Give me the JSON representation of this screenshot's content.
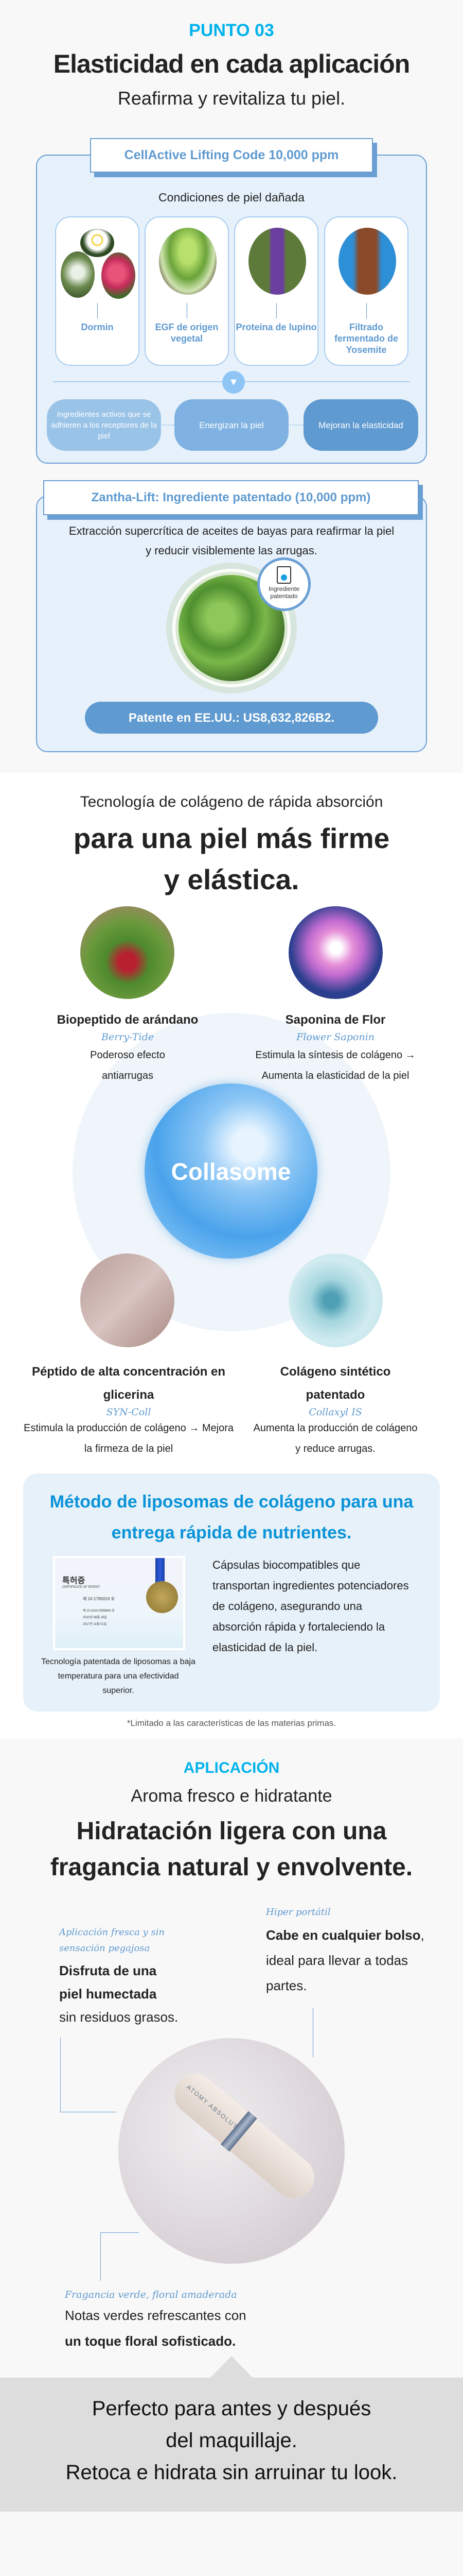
{
  "section1": {
    "eyebrow": "PUNTO 03",
    "title": "Elasticidad en cada aplicación",
    "subtitle": "Reafirma y revitaliza tu piel.",
    "cellactive": {
      "label": "CellActive Lifting Code 10,000 ppm",
      "conditions_title": "Condiciones de piel dañada",
      "ingredients": [
        {
          "name": "Dormin",
          "icon": "flowers-image"
        },
        {
          "name": "EGF de origen vegetal",
          "icon": "sprout-image"
        },
        {
          "name": "Proteína de lupino",
          "icon": "lupine-image"
        },
        {
          "name": "Filtrado fermentado de Yosemite",
          "icon": "sequoia-image"
        }
      ],
      "steps": [
        "Ingredientes activos que se adhieren a los receptores de la piel",
        "Energizan la piel",
        "Mejoran la elasticidad"
      ]
    },
    "zantha": {
      "label": "Zantha-Lift: Ingrediente patentado (10,000 ppm)",
      "description": "Extracción supercrítica de aceites de bayas para reafirmar la piel y reducir visiblemente las arrugas.",
      "badge": "Ingrediente patentado",
      "patent": "Patente en EE.UU.: US8,632,826B2."
    }
  },
  "section2": {
    "intro": "Tecnología de colágeno de rápida absorción",
    "title_line1": "para una piel más firme",
    "title_line2": "y elástica.",
    "center": "Collasome",
    "ingredients": [
      {
        "title": "Biopeptido de arándano",
        "name": "Berry-Tide",
        "desc": "Poderoso efecto antiarrugas"
      },
      {
        "title": "Saponina de Flor",
        "name": "Flower Saponin",
        "desc": "Estimula la síntesis de colágeno → Aumenta la elasticidad de la piel"
      },
      {
        "title": "Péptido de alta concentración en glicerina",
        "name": "SYN-Coll",
        "desc": "Estimula la producción de colágeno → Mejora la firmeza de la piel"
      },
      {
        "title": "Colágeno sintético patentado",
        "name": "Collaxyl IS",
        "desc": "Aumenta la producción de colágeno y reduce arrugas."
      }
    ],
    "liposome": {
      "title": "Método de liposomas de colágeno para una entrega rápida de nutrientes.",
      "certificate": {
        "title_kr": "특허증",
        "title_en": "CERTIFICATE OF PATENT",
        "number": "제 10-1795019 호",
        "application": "제 10-2010-0056843 호",
        "filing": "2010년 06월 16일",
        "registration": "2017년 11월 01일"
      },
      "caption": "Tecnología patentada de liposomas a baja temperatura para una efectividad superior.",
      "description": "Cápsulas biocompatibles que transportan ingredientes potenciadores de colágeno, asegurando una absorción rápida y fortaleciendo la elasticidad de la piel."
    },
    "footnote": "*Limitado a las características de las materias primas."
  },
  "section3": {
    "eyebrow": "APLICACIÓN",
    "intro": "Aroma fresco e hidratante",
    "title_line1": "Hidratación ligera con una",
    "title_line2": "fragancia natural y envolvente.",
    "features": [
      {
        "tag": "Aplicación fresca y sin sensación pegajosa",
        "bold": "Disfruta de una piel humectada",
        "text": "sin residuos grasos."
      },
      {
        "tag": "Hiper portátil",
        "bold": "Cabe en cualquier bolso",
        "text": ", ideal para llevar a todas partes."
      },
      {
        "tag": "Fragancia verde, floral amaderada",
        "text": "Notas verdes refrescantes con",
        "bold": "un toque floral sofisticado."
      }
    ],
    "product_brand": "ATOMY ABSOLUTE"
  },
  "banner": {
    "line1": "Perfecto para antes y después",
    "line2": "del maquillaje.",
    "line3": "Retoca e hidrata sin arruinar tu look."
  },
  "colors": {
    "accent": "#00b2ec",
    "blue": "#5f9ad0",
    "box_bg": "#e6f1fb",
    "banner_bg": "#dddddd"
  }
}
